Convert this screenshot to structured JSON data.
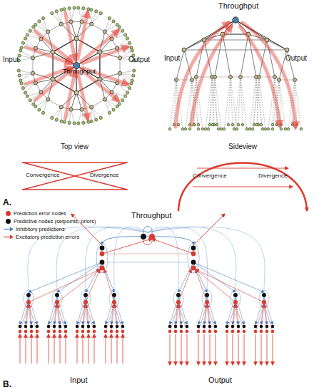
{
  "diagram": {
    "labels": [
      "Input",
      "Throughput",
      "Output",
      "Throughput",
      "Input",
      "Output",
      "Top view",
      "Sideview",
      "Convergence",
      "Divergence",
      "Convergence",
      "Divergence",
      "A.",
      "Throughput",
      "Input",
      "Output",
      "B."
    ],
    "legend": [
      {
        "text": "Prediction error nodes",
        "color": "#d93a2e"
      },
      {
        "text": "Predictive nodes (setpoints, priors)",
        "color": "#111111"
      },
      {
        "text": "Inhibitory predictions"
      },
      {
        "text": "Excitatory prediction errors"
      }
    ]
  }
}
